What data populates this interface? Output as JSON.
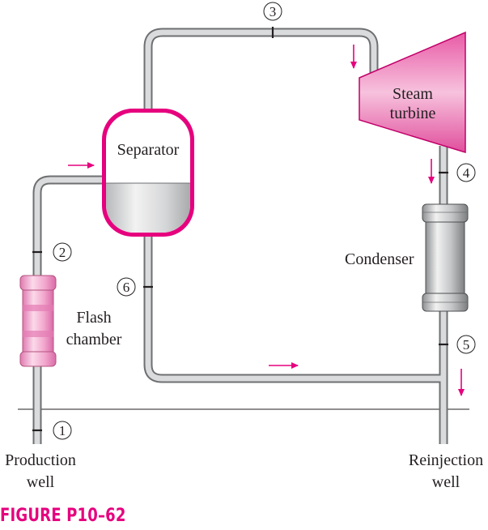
{
  "caption": "FIGURE P10–62",
  "labels": {
    "separator": "Separator",
    "steam_turbine_line1": "Steam",
    "steam_turbine_line2": "turbine",
    "condenser": "Condenser",
    "flash_chamber_line1": "Flash",
    "flash_chamber_line2": "chamber",
    "production_well_line1": "Production",
    "production_well_line2": "well",
    "reinjection_well_line1": "Reinjection",
    "reinjection_well_line2": "well"
  },
  "states": [
    "1",
    "2",
    "3",
    "4",
    "5",
    "6"
  ],
  "colors": {
    "accent": "#e6007e",
    "pipe": "#c9ccce",
    "pipe_outline": "#555555",
    "vessel_pink": "#f4a6cf",
    "condenser_gray": "#c7c9cb",
    "text": "#231f20"
  }
}
